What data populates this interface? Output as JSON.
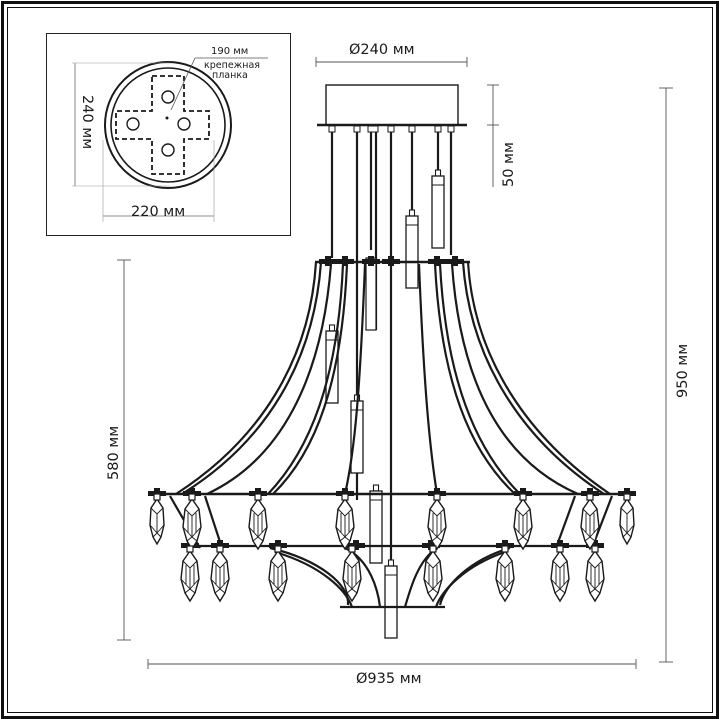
{
  "drawing": {
    "title": "Chandelier dimension drawing",
    "colors": {
      "line": "#1a1a1a",
      "dimension": "#555555",
      "background": "#ffffff"
    }
  },
  "inset": {
    "mounting_plate_width": "190 мм",
    "mounting_plate_label_line1": "крепежная",
    "mounting_plate_label_line2": "планка",
    "canopy_height": "240 мм",
    "canopy_width": "220 мм"
  },
  "dimensions": {
    "canopy_diameter": "Ø240 мм",
    "canopy_height": "50 мм",
    "total_height": "950 мм",
    "body_height": "580 мм",
    "body_diameter": "Ø935 мм"
  },
  "components": {
    "canopy": "ceiling-canopy",
    "suspension_rods": 7,
    "led_tubes": 6,
    "upper_ring": "upper-ring",
    "middle_ring": "middle-ring",
    "lower_ring": "lower-ring",
    "crystal_pendants_outer": 9,
    "crystal_pendants_inner": 9
  }
}
